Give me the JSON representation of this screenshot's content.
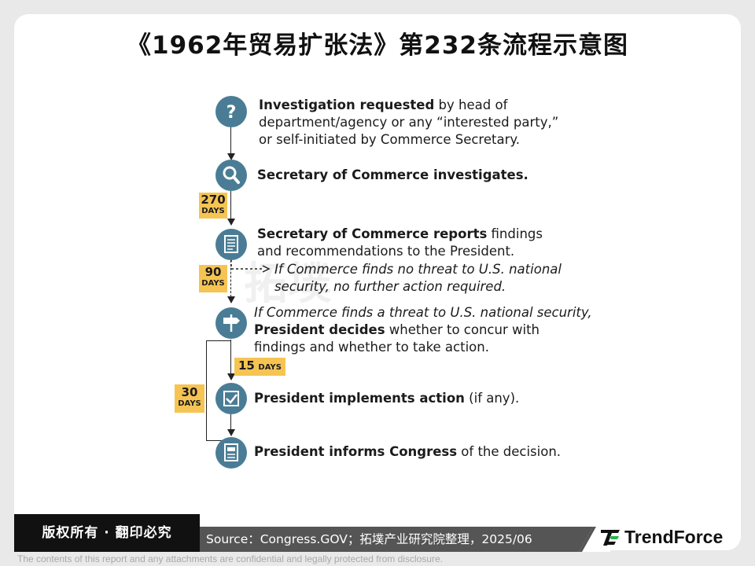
{
  "title": "《1962年贸易扩张法》第232条流程示意图",
  "watermark": "拓墣",
  "steps": {
    "s1": {
      "icon": "question-icon",
      "bold": "Investigation requested",
      "rest1": " by head of",
      "line2": "department/agency or any “interested party,”",
      "line3": "or self-initiated by Commerce Secretary."
    },
    "s2": {
      "icon": "magnifier-icon",
      "bold": "Secretary of Commerce investigates."
    },
    "s3": {
      "icon": "document-icon",
      "bold": "Secretary of Commerce reports",
      "rest1": " findings",
      "line2": "and recommendations to the President."
    },
    "branch": {
      "line1": "If Commerce finds no threat to U.S. national",
      "line2": "security, no further action required."
    },
    "s4": {
      "icon": "signpost-icon",
      "italic": "If Commerce finds a threat to U.S. national security,",
      "bold": "President decides",
      "rest": " whether to concur with",
      "line3": "findings and whether to take action."
    },
    "s5": {
      "icon": "checkbox-icon",
      "bold": "President implements action",
      "rest": " (if any)."
    },
    "s6": {
      "icon": "report-icon",
      "bold": "President informs Congress",
      "rest": " of the decision."
    }
  },
  "deadlines": {
    "d270": {
      "number": "270",
      "unit": "DAYS"
    },
    "d90": {
      "number": "90",
      "unit": "DAYS"
    },
    "d15": {
      "number": "15",
      "unit": "DAYS"
    },
    "d30": {
      "number": "30",
      "unit": "DAYS"
    }
  },
  "footer": {
    "copyright": "版权所有 · 翻印必究",
    "source": "Source：Congress.GOV；拓墣产业研究院整理，2025/06",
    "brand": "TrendForce",
    "disclaimer": "The contents of this report and any attachments are confidential and legally protected from disclosure."
  },
  "colors": {
    "node": "#4a7d95",
    "badge": "#f6c453",
    "source_bar": "#555555",
    "copyright_bar": "#111111",
    "brand_green": "#2bb24c"
  }
}
